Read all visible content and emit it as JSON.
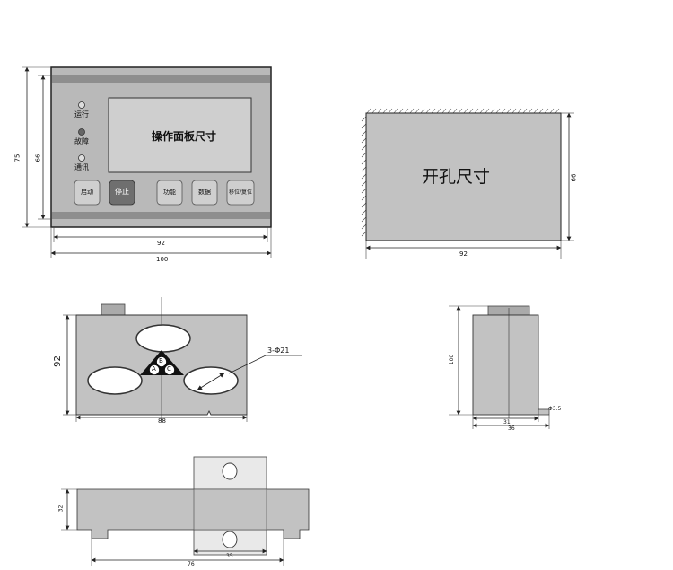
{
  "panel_view": {
    "screen_label": "操作面板尺寸",
    "indicators": [
      {
        "label": "运行"
      },
      {
        "label": "故障"
      },
      {
        "label": "通讯"
      }
    ],
    "buttons": [
      {
        "label": "启动"
      },
      {
        "label": "停止"
      },
      {
        "label": "功能"
      },
      {
        "label": "数据"
      },
      {
        "label": "移位/复位"
      }
    ],
    "dim_height_outer": "75",
    "dim_height_inner": "66",
    "dim_width_inner": "92",
    "dim_width_outer": "100"
  },
  "cutout_view": {
    "label": "开孔尺寸",
    "dim_height": "66",
    "dim_width": "92"
  },
  "front_view": {
    "dim_height": "92",
    "dim_width": "88",
    "hole_callout": "3-Φ21",
    "phase_labels": [
      "B",
      "A",
      "C"
    ]
  },
  "side_view": {
    "dim_height": "100",
    "dim_width_inner": "31",
    "dim_width_outer": "36",
    "hole_callout": "Φ3.5"
  },
  "bottom_view": {
    "dim_height": "32",
    "dim_width": "76",
    "dim_bracket_width": "35"
  },
  "colors": {
    "panel_body": "#b9b9b9",
    "panel_stripe": "#8e8e8e",
    "button_face": "#cfcfcf",
    "stop_button": "#6f6f6f",
    "drawing_fill": "#c2c2c2",
    "line": "#222222"
  }
}
